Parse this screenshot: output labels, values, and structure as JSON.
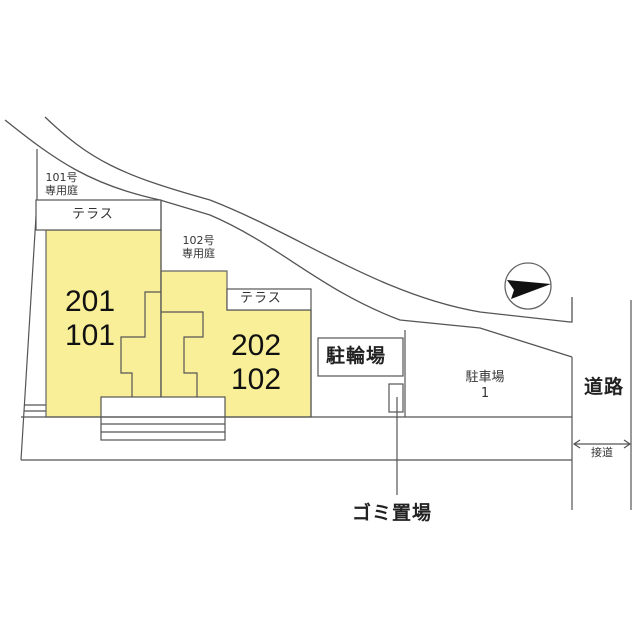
{
  "colors": {
    "unit_fill": "#f8ef98",
    "line": "#555555",
    "background": "#ffffff"
  },
  "labels": {
    "private_garden_101": {
      "line1": "101号",
      "line2": "専用庭"
    },
    "private_garden_102": {
      "line1": "102号",
      "line2": "専用庭"
    },
    "terrace_101": "テラス",
    "terrace_102": "テラス",
    "unit_left": {
      "upper": "201",
      "lower": "101"
    },
    "unit_right": {
      "upper": "202",
      "lower": "102"
    },
    "bicycle_parking": "駐輪場",
    "car_parking": {
      "line1": "駐車場",
      "line2": "1"
    },
    "road": "道路",
    "road_access": "接道",
    "garbage": "ゴミ置場"
  },
  "icons": {
    "north_arrow": "compass-north-arrow-icon",
    "access_arrow": "double-arrow-icon"
  }
}
